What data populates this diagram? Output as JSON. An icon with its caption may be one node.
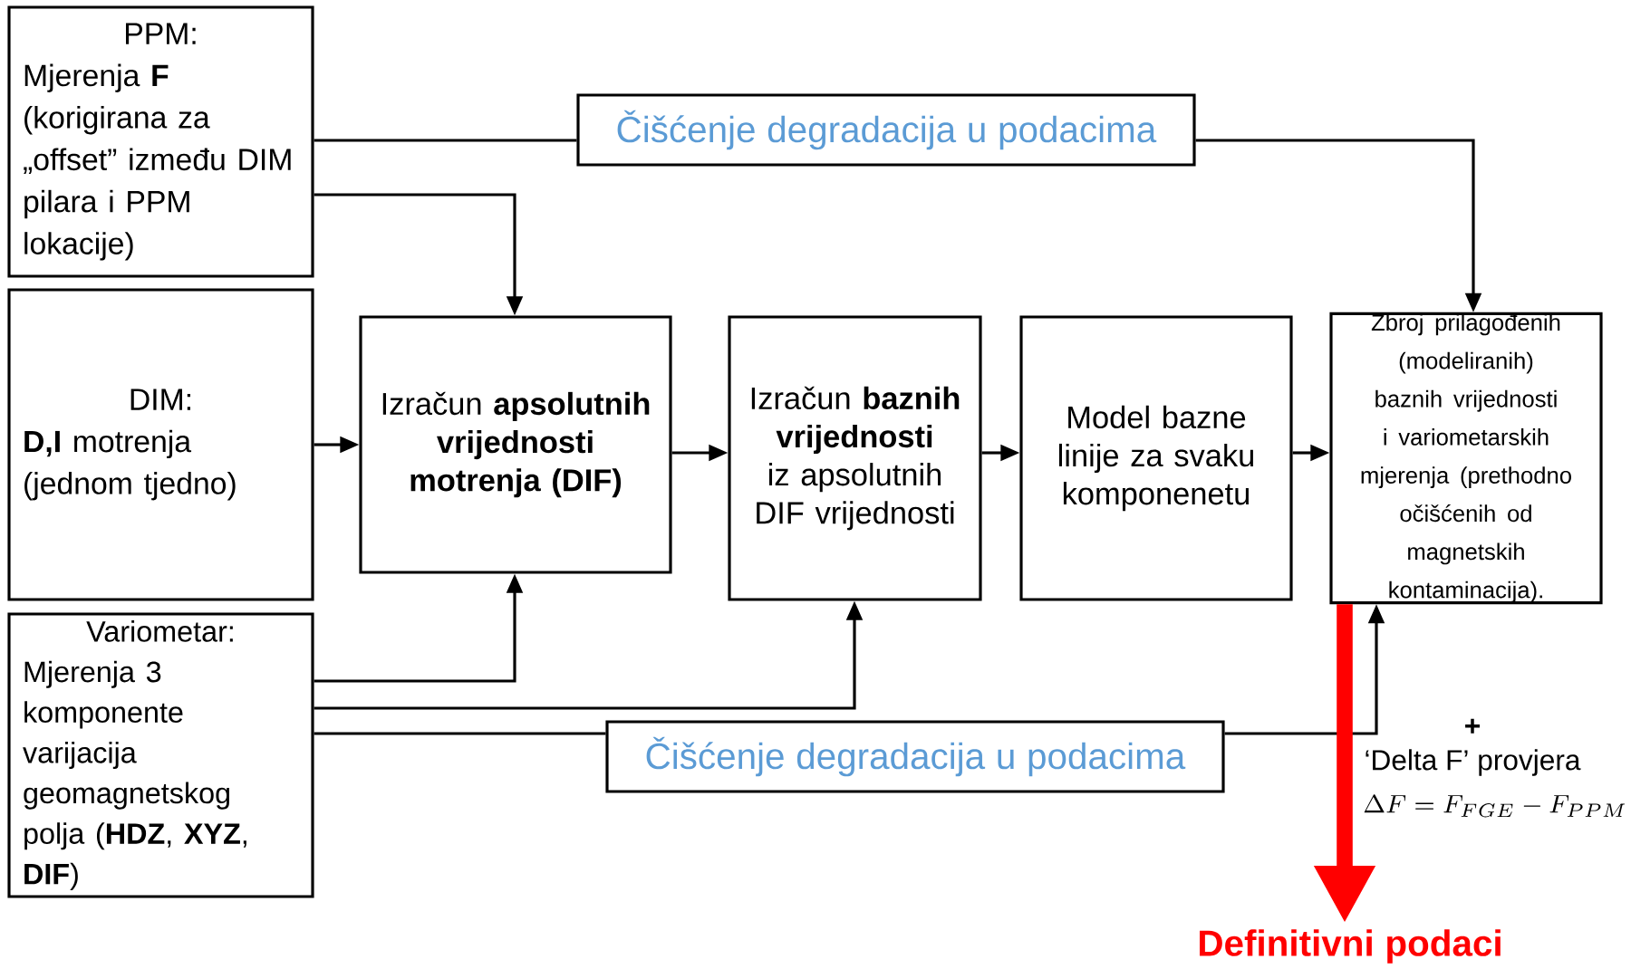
{
  "diagram": {
    "nodes": [
      {
        "text": [
          "PPM:",
          "Mjerenja **F** (korigirana za „offset” između DIM pilara i PPM lokacije)"
        ]
      },
      {
        "text": [
          "DIM:",
          "**D,I** motrenja (jednom tjedno)"
        ]
      },
      {
        "text": [
          "Variometar:",
          "Mjerenja 3 komponente varijacija geomagnetskog polja (**HDZ**, **XYZ**, **DIF**)"
        ]
      },
      {
        "text": [
          "Čišćenje degradacija u podacima"
        ]
      },
      {
        "text": [
          "Izračun **apsolutnih vrijednosti motrenja (DIF)**"
        ]
      },
      {
        "text": [
          "Izračun **baznih vrijednosti** iz apsolutnih DIF vrijednosti"
        ]
      },
      {
        "text": [
          "Model bazne linije za svaku komponenetu"
        ]
      },
      {
        "text": [
          "Zbroj prilagođenih (modeliranih) baznih vrijednosti i variometarskih mjerenja (prethodno očišćenih od magnetskih kontaminacija)."
        ]
      },
      {
        "text": [
          "Čišćenje degradacija u podacima"
        ]
      },
      {
        "text": [
          "Definitivni podaci"
        ]
      }
    ],
    "edges": [
      {
        "from": 0,
        "to": 3,
        "arrow": "none"
      },
      {
        "from": 3,
        "to": 7,
        "arrow": "to"
      },
      {
        "from": 0,
        "to": 4,
        "arrow": "to"
      },
      {
        "from": 1,
        "to": 4,
        "arrow": "to"
      },
      {
        "from": 2,
        "to": 4,
        "arrow": "to"
      },
      {
        "from": 2,
        "to": 5,
        "arrow": "to"
      },
      {
        "from": 2,
        "to": 8,
        "arrow": "none"
      },
      {
        "from": 8,
        "to": 7,
        "arrow": "to"
      },
      {
        "from": 4,
        "to": 5,
        "arrow": "to"
      },
      {
        "from": 5,
        "to": 6,
        "arrow": "to"
      },
      {
        "from": 6,
        "to": 7,
        "arrow": "to"
      },
      {
        "from": 7,
        "to": 9,
        "arrow": "to",
        "style": "thick",
        "color": "#ff0000"
      }
    ],
    "labels": [
      "+",
      "‘Delta F’ provjera",
      "\\Delta F = F_{FGE} - F_{PPM}"
    ]
  }
}
